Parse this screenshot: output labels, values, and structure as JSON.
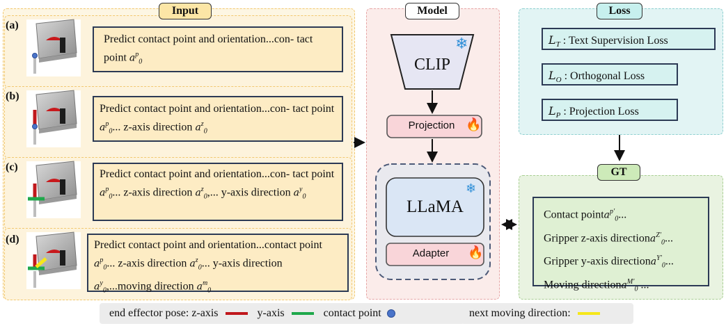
{
  "sections": {
    "input": "Input",
    "model": "Model",
    "loss": "Loss",
    "gt": "GT"
  },
  "rows": [
    {
      "label": "(a)",
      "text": "Predict contact point and orientation...con- tact point",
      "sym1": "a",
      "sup1": "p",
      "sub1": "0"
    },
    {
      "label": "(b)",
      "text": "Predict contact point and orientation...con- tact point",
      "sym1": "a",
      "sup1": "p",
      "sub1": "0",
      "text2": "... z-axis direction",
      "sup2": "z"
    },
    {
      "label": "(c)",
      "text": "Predict contact point and orientation...con- tact point",
      "sym1": "a",
      "sup1": "p",
      "sub1": "0",
      "text2": "... z-axis direction",
      "sup2": "z",
      "text3": ",... y-axis direction",
      "sup3": "y"
    },
    {
      "label": "(d)",
      "text": "Predict contact point and orientation...contact point",
      "sym1": "a",
      "sup1": "p",
      "sub1": "0",
      "text2": "... z-axis direction",
      "sup2": "z",
      "text3": "... y-axis direction",
      "sup3": "y",
      "text4": ",...moving direction",
      "sup4": "m"
    }
  ],
  "model": {
    "clip": "CLIP",
    "projection": "Projection",
    "llama": "LLaMA",
    "adapter": "Adapter"
  },
  "losses": [
    {
      "symbol": "L",
      "sub": "T",
      "text": ": Text Supervision Loss"
    },
    {
      "symbol": "L",
      "sub": "O",
      "text": ": Orthogonal Loss"
    },
    {
      "symbol": "L",
      "sub": "P",
      "text": ": Projection Loss"
    }
  ],
  "gt_lines": [
    {
      "text": "Contact point",
      "sup": "p′",
      "tail": "..."
    },
    {
      "text": "Gripper z-axis direction",
      "sup": "Z′",
      "tail": "..."
    },
    {
      "text": "Gripper y-axis direction",
      "sup": "Y′",
      "tail": "..."
    },
    {
      "text": "Moving direction",
      "sup": "M′",
      "tail": " ..."
    }
  ],
  "legend": {
    "pose_label": "end effector pose: z-axis",
    "y_axis": "y-axis",
    "contact_point": "contact point",
    "moving": "next moving direction:"
  },
  "colors": {
    "z_axis": "#c0181c",
    "y_axis": "#1fa84b",
    "contact_point": "#4a74c9",
    "moving": "#f6e71a"
  }
}
